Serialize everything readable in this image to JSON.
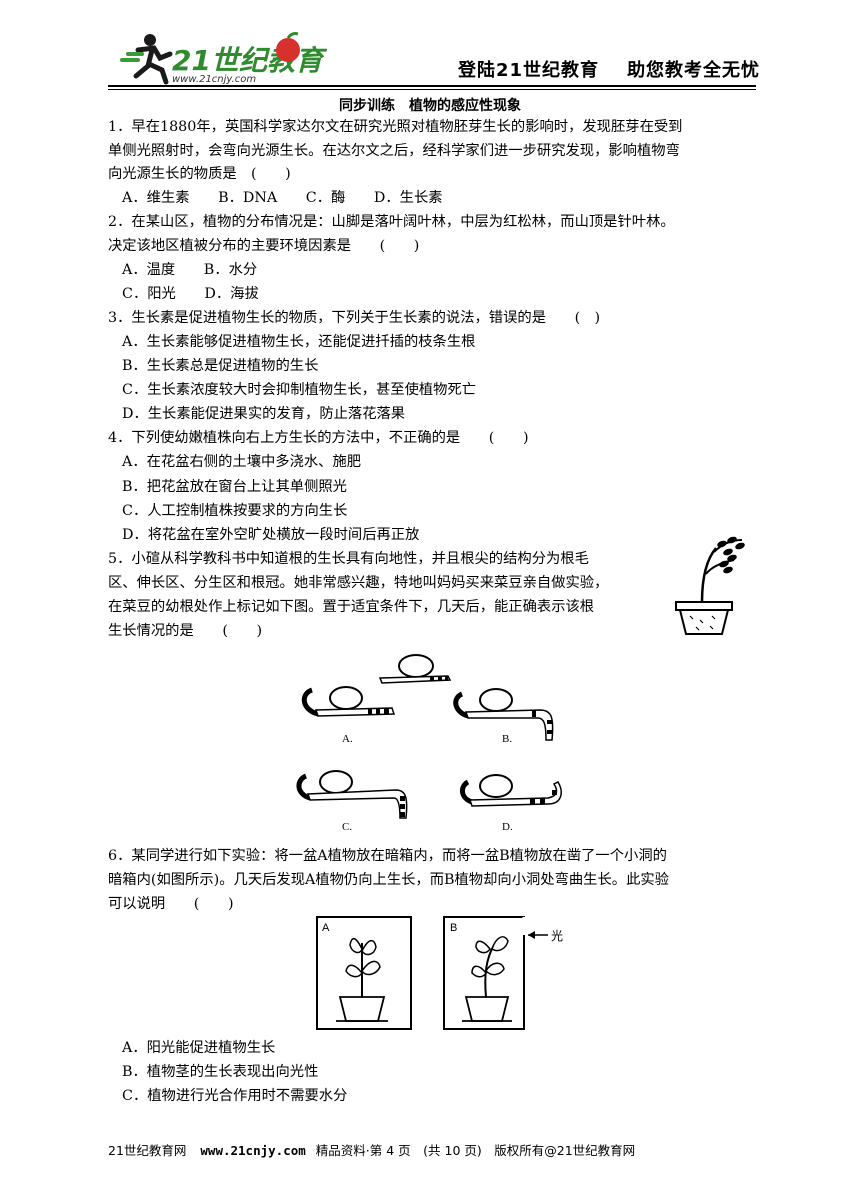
{
  "header": {
    "logo_text": "21世纪教育",
    "logo_url": "www.21cnjy.com",
    "slogan_left": "登陆21世纪教育",
    "slogan_right": "助您教考全无忧"
  },
  "title": "同步训练　植物的感应性现象",
  "q1": {
    "line1": "1．早在1880年，英国科学家达尔文在研究光照对植物胚芽生长的影响时，发现胚芽在受到",
    "line2": "单侧光照射时，会弯向光源生长。在达尔文之后，经科学家们进一步研究发现，影响植物弯",
    "line3": "向光源生长的物质是　(　　)",
    "options": "A．维生素　　B．DNA　　C．酶　　D．生长素"
  },
  "q2": {
    "line1": "2．在某山区，植物的分布情况是：山脚是落叶阔叶林，中层为红松林，而山顶是针叶林。",
    "line2": "决定该地区植被分布的主要环境因素是　　(　　)",
    "options_row1": "A．温度　　B．水分",
    "options_row2": "C．阳光　　D．海拔"
  },
  "q3": {
    "line1": "3．生长素是促进植物生长的物质，下列关于生长素的说法，错误的是　　(　)",
    "opt_a": "A．生长素能够促进植物生长，还能促进扦插的枝条生根",
    "opt_b": "B．生长素总是促进植物的生长",
    "opt_c": "C．生长素浓度较大时会抑制植物生长，甚至使植物死亡",
    "opt_d": "D．生长素能促进果实的发育，防止落花落果"
  },
  "q4": {
    "line1": "4．下列使幼嫩植株向右上方生长的方法中，不正确的是　　(　　)",
    "opt_a": "A．在花盆右侧的土壤中多浇水、施肥",
    "opt_b": "B．把花盆放在窗台上让其单侧照光",
    "opt_c": "C．人工控制植株按要求的方向生长",
    "opt_d": "D．将花盆在室外空旷处横放一段时间后再正放"
  },
  "q5": {
    "line1": "5．小碹从科学教科书中知道根的生长具有向地性，并且根尖的结构分为根毛",
    "line2": "区、伸长区、分生区和根冠。她非常感兴趣，特地叫妈妈买来菜豆亲自做实验，",
    "line3": "在菜豆的幼根处作上标记如下图。置于适宜条件下，几天后，能正确表示该根",
    "line4": "生长情况的是　　(　　)",
    "fig_labels": {
      "a": "A.",
      "b": "B.",
      "c": "C.",
      "d": "D."
    }
  },
  "q6": {
    "line1": "6．某同学进行如下实验：将一盆A植物放在暗箱内，而将一盆B植物放在凿了一个小洞的",
    "line2": "暗箱内(如图所示)。几天后发现A植物仍向上生长，而B植物却向小洞处弯曲生长。此实验",
    "line3": "可以说明　　(　　)",
    "fig_label_a": "A",
    "fig_label_b": "B",
    "fig_light": "光",
    "opt_a": "A．阳光能促进植物生长",
    "opt_b": "B．植物茎的生长表现出向光性",
    "opt_c": "C．植物进行光合作用时不需要水分"
  },
  "footer": {
    "site": "21世纪教育网",
    "url": "www.21cnjy.com",
    "page_info": "精品资料·第 4 页　(共 10 页)　版权所有@21世纪教育网"
  }
}
